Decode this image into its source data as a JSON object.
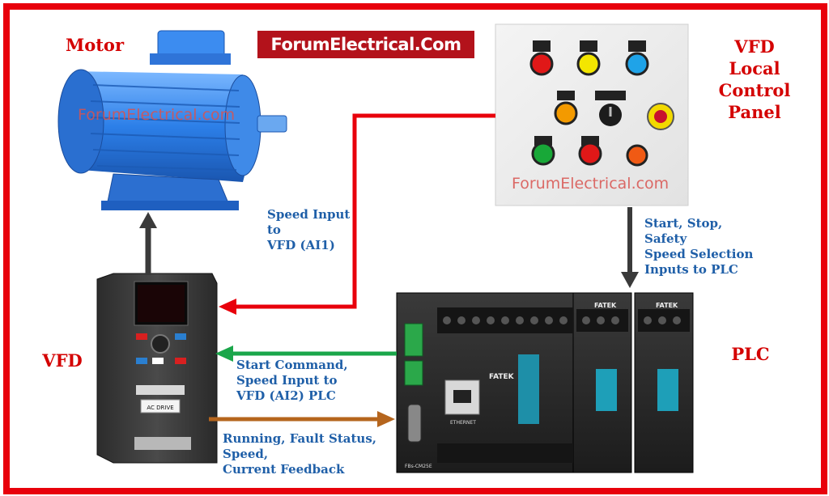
{
  "banner": "ForumElectrical.Com",
  "watermarks": {
    "motor": "ForumElectrical.com",
    "panel": "ForumElectrical.com"
  },
  "labels": {
    "motor": "Motor",
    "vfd": "VFD",
    "plc": "PLC",
    "panel_line1": "VFD",
    "panel_line2": "Local",
    "panel_line3": "Control",
    "panel_line4": "Panel"
  },
  "annotations": {
    "speed_ai1": [
      "Speed Input",
      "to",
      "VFD (AI1)"
    ],
    "panel_to_plc": [
      "Start, Stop,",
      "Safety",
      "Speed Selection",
      "Inputs to PLC"
    ],
    "plc_to_vfd": [
      "Start Command,",
      "Speed Input to",
      "VFD (AI2) PLC"
    ],
    "vfd_to_plc": [
      "Running, Fault Status,",
      "Speed,",
      "Current Feedback"
    ]
  },
  "device_text": {
    "plc_brand": "FATEK",
    "plc_brand_2": "FATEK",
    "plc_brand_3": "FATEK",
    "plc_port": "ETHERNET",
    "plc_model": "FBs-CM25E",
    "vfd_badge": "AC DRIVE"
  },
  "colors": {
    "frame": "#e8000b",
    "red_wire": "#e8000b",
    "green_wire": "#1aa64a",
    "orange_wire": "#b5651d",
    "dark_arrow": "#3a3a3a",
    "label_red": "#d40000",
    "label_blue": "#1f5fa8"
  }
}
